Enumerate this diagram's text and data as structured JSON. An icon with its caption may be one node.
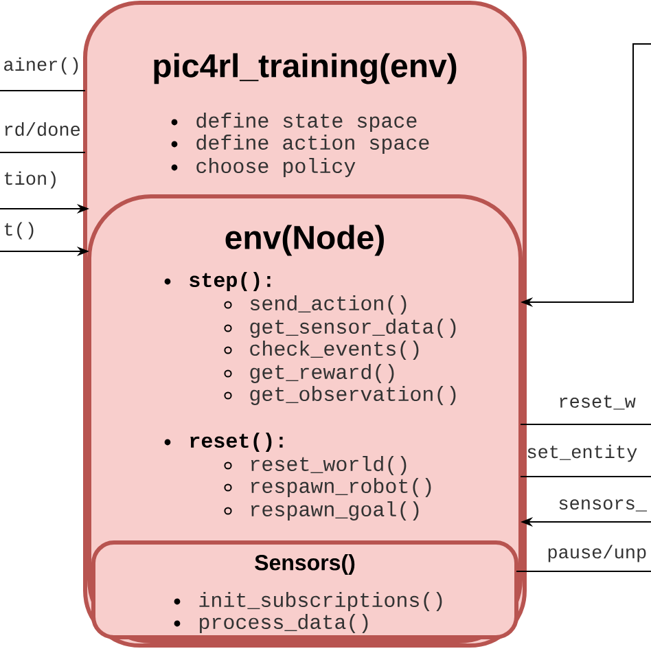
{
  "diagram": {
    "nodes": [
      {
        "text": [
          "pic4rl_training(env)",
          "define state space",
          "define action space",
          "choose policy"
        ]
      },
      {
        "text": [
          "env(Node)",
          "step():",
          "send_action()",
          "get_sensor_data()",
          "check_events()",
          "get_reward()",
          "get_observation()",
          "reset():",
          "reset_world()",
          "respawn_robot()",
          "respawn_goal()"
        ],
        "in": 0
      },
      {
        "text": [
          "Sensors()",
          "init_subscriptions()",
          "process_data()"
        ],
        "in": 1
      }
    ],
    "edges": [
      {
        "from": null,
        "to": 0,
        "arrow": "none",
        "label": "ainer()"
      },
      {
        "from": null,
        "to": 0,
        "arrow": "none",
        "label": "rd/done"
      },
      {
        "from": null,
        "to": 1,
        "arrow": "to",
        "label": "tion)"
      },
      {
        "from": null,
        "to": 1,
        "arrow": "to",
        "label": "t()"
      },
      {
        "from": null,
        "to": 1,
        "arrow": "to"
      },
      {
        "from": null,
        "to": 1,
        "arrow": "none",
        "label": "reset_w"
      },
      {
        "from": null,
        "to": 1,
        "arrow": "none",
        "label": "set_entity"
      },
      {
        "from": null,
        "to": 1,
        "arrow": "to",
        "label": "sensors_"
      },
      {
        "from": null,
        "to": 2,
        "arrow": "none",
        "label": "pause/unp"
      }
    ]
  }
}
